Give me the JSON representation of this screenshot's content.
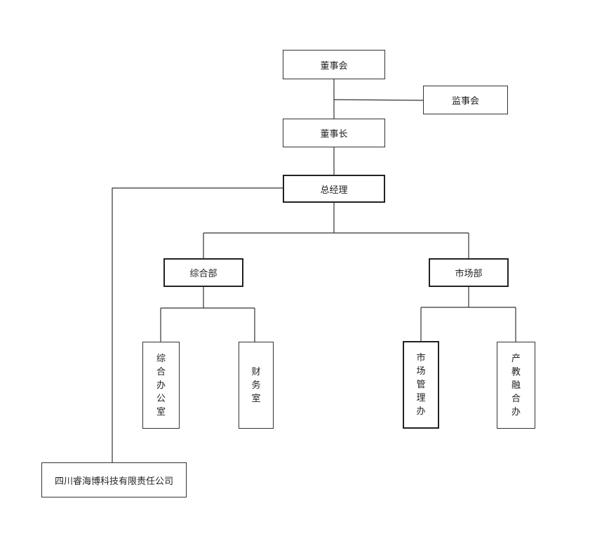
{
  "org_chart": {
    "board": "董事会",
    "supervisory_board": "监事会",
    "chairman": "董事长",
    "general_manager": "总经理",
    "general_dept": "综合部",
    "market_dept": "市场部",
    "general_office": "综合办公室",
    "finance_office": "财务室",
    "market_mgmt_office": "市场管理办",
    "industry_edu_office": "产教融合办",
    "company": "四川睿海博科技有限责任公司"
  }
}
